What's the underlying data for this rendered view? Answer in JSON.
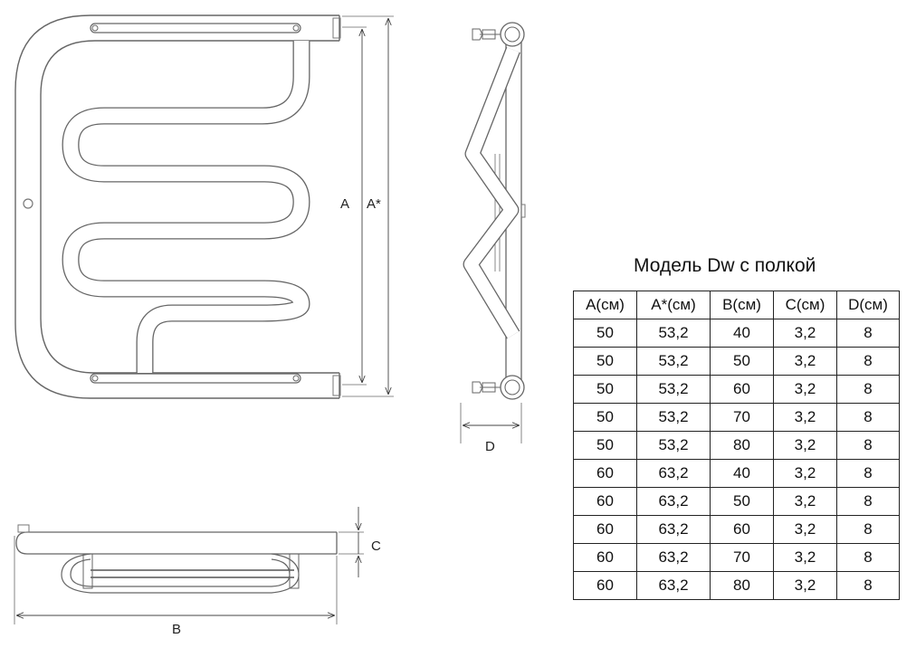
{
  "labels": {
    "a": "A",
    "a_star": "A*",
    "b": "B",
    "c": "C",
    "d": "D"
  },
  "table": {
    "title": "Модель Dw с полкой",
    "headers": [
      "A(см)",
      "A*(см)",
      "B(см)",
      "C(см)",
      "D(см)"
    ],
    "rows": [
      [
        "50",
        "53,2",
        "40",
        "3,2",
        "8"
      ],
      [
        "50",
        "53,2",
        "50",
        "3,2",
        "8"
      ],
      [
        "50",
        "53,2",
        "60",
        "3,2",
        "8"
      ],
      [
        "50",
        "53,2",
        "70",
        "3,2",
        "8"
      ],
      [
        "50",
        "53,2",
        "80",
        "3,2",
        "8"
      ],
      [
        "60",
        "63,2",
        "40",
        "3,2",
        "8"
      ],
      [
        "60",
        "63,2",
        "50",
        "3,2",
        "8"
      ],
      [
        "60",
        "63,2",
        "60",
        "3,2",
        "8"
      ],
      [
        "60",
        "63,2",
        "70",
        "3,2",
        "8"
      ],
      [
        "60",
        "63,2",
        "80",
        "3,2",
        "8"
      ]
    ]
  }
}
